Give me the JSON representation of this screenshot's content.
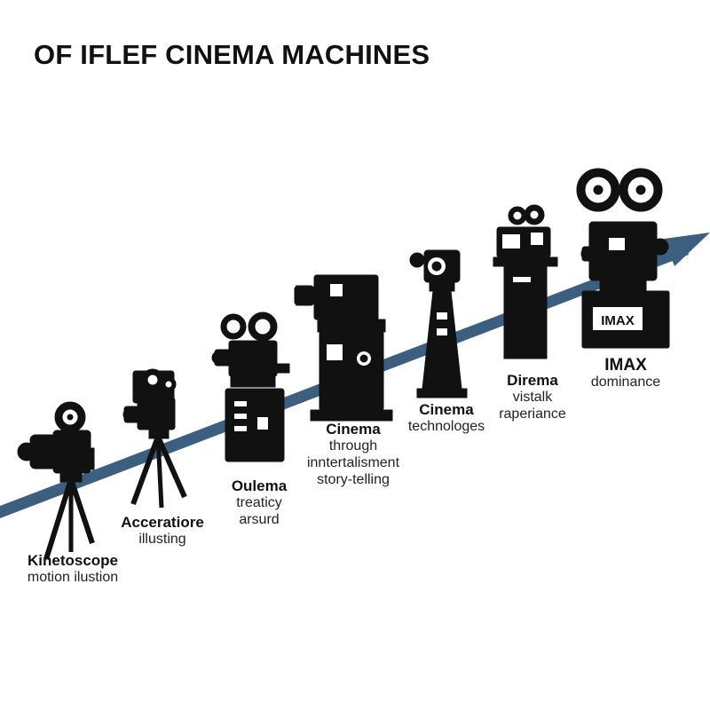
{
  "title": "OF IFLEF CINEMA MACHINES",
  "colors": {
    "arrow": "#3c5f80",
    "machine": "#111111",
    "background": "#ffffff"
  },
  "stages": [
    {
      "name": "Kinetoscope",
      "lines": [
        "motion ilustion"
      ]
    },
    {
      "name": "Acceratiore",
      "lines": [
        "illusting"
      ]
    },
    {
      "name": "Oulema",
      "lines": [
        "treaticy",
        "arsurd"
      ]
    },
    {
      "name": "Cinema",
      "lines": [
        "through",
        "inntertalisment",
        "story-telling"
      ]
    },
    {
      "name": "Cinema",
      "lines": [
        "technologes"
      ]
    },
    {
      "name": "Direma",
      "lines": [
        "vistalk",
        "raperiance"
      ]
    },
    {
      "name": "IMAX",
      "lines": [
        "dominance"
      ]
    }
  ],
  "imax_badge": "IMAX",
  "icons": [
    "camera-tripod-icon",
    "camera-tripod-icon",
    "projector-cabinet-icon",
    "projector-tower-icon",
    "camera-pedestal-icon",
    "projector-pillar-icon",
    "imax-projector-icon"
  ]
}
